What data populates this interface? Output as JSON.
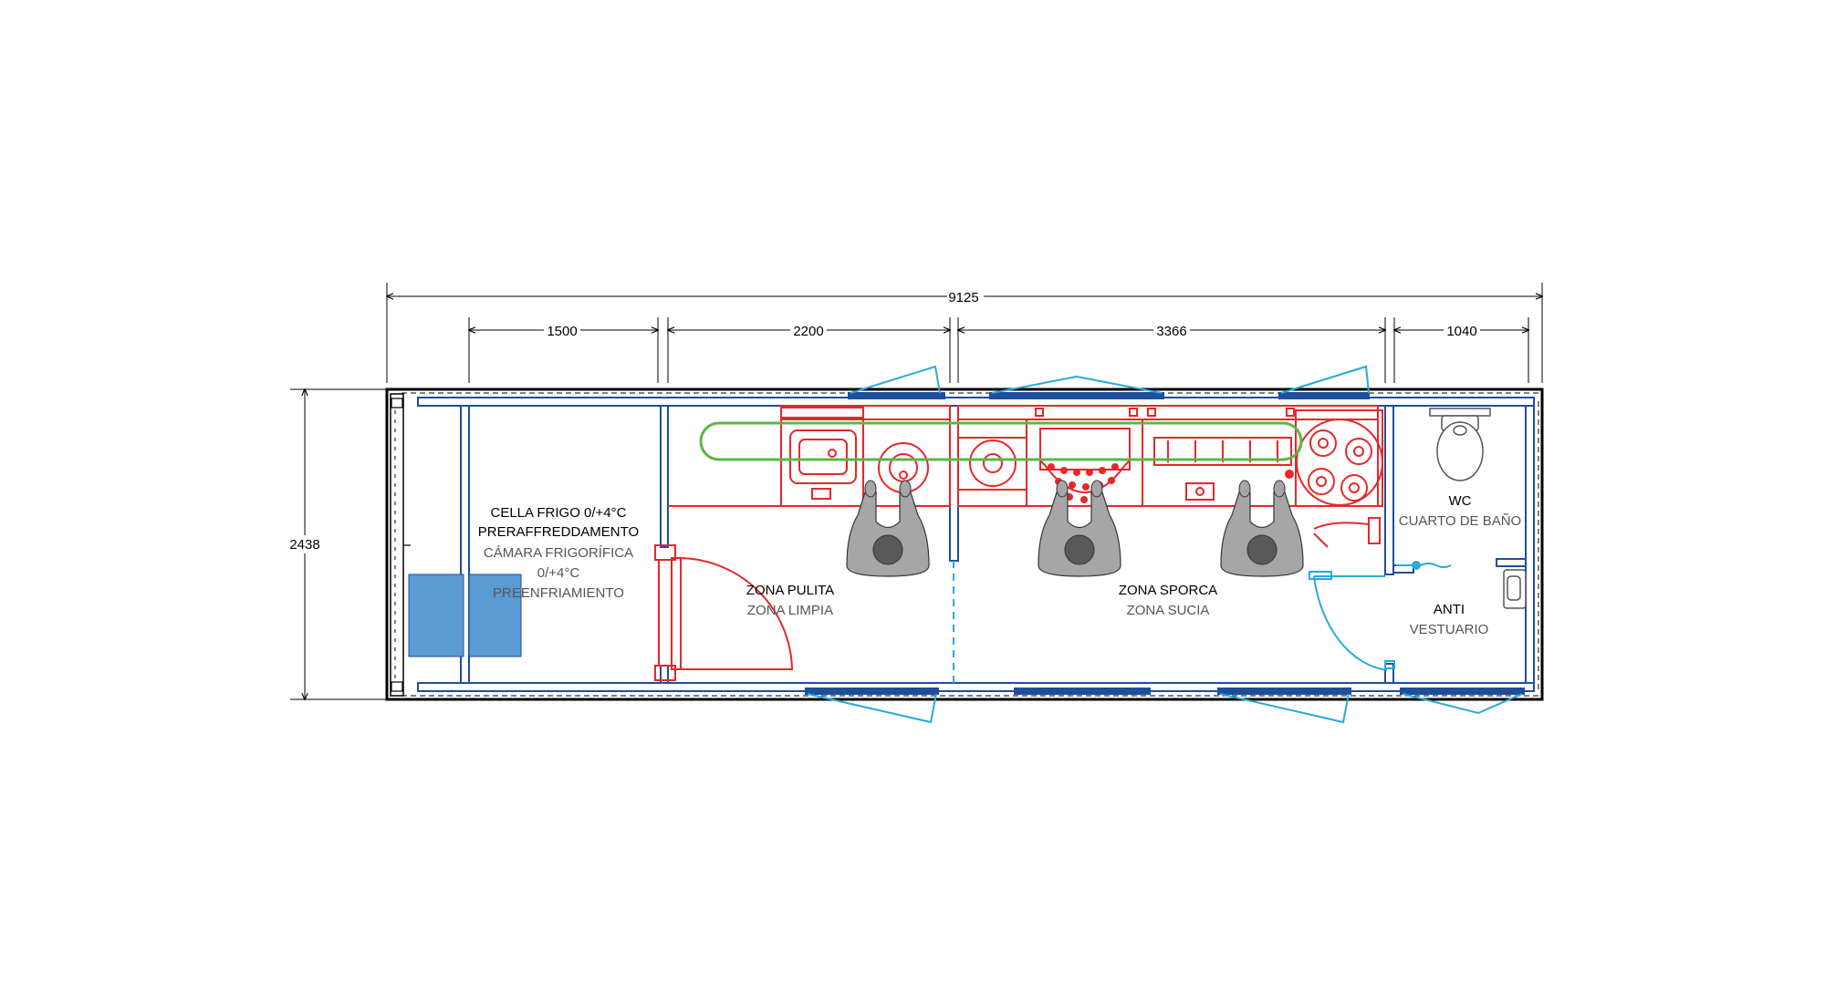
{
  "dimensions": {
    "overall": "9125",
    "seg1": "1500",
    "seg2": "2200",
    "seg3": "3366",
    "seg4": "1040",
    "height": "2438"
  },
  "rooms": {
    "cold": {
      "it1": "CELLA FRIGO 0/+4°C",
      "it2": "PRERAFFREDDAMENTO",
      "es1": "CÁMARA FRIGORÍFICA",
      "es2": "0/+4°C",
      "es3": "PREENFRIAMIENTO"
    },
    "clean": {
      "it": "ZONA PULITA",
      "es": "ZONA LIMPIA"
    },
    "dirty": {
      "it": "ZONA SPORCA",
      "es": "ZONA SUCIA"
    },
    "wc": {
      "it": "WC",
      "es": "CUARTO DE BAÑO"
    },
    "ante": {
      "it": "ANTI",
      "es": "VESTUARIO"
    }
  },
  "colors": {
    "wall": "#1f4e9a",
    "equipment": "#e8262b",
    "conveyor": "#5cb548",
    "doors_wc": "#2aa8dc",
    "cold_units": "#5b9bd5",
    "person_body": "#a6a6a6",
    "person_head": "#595959"
  }
}
